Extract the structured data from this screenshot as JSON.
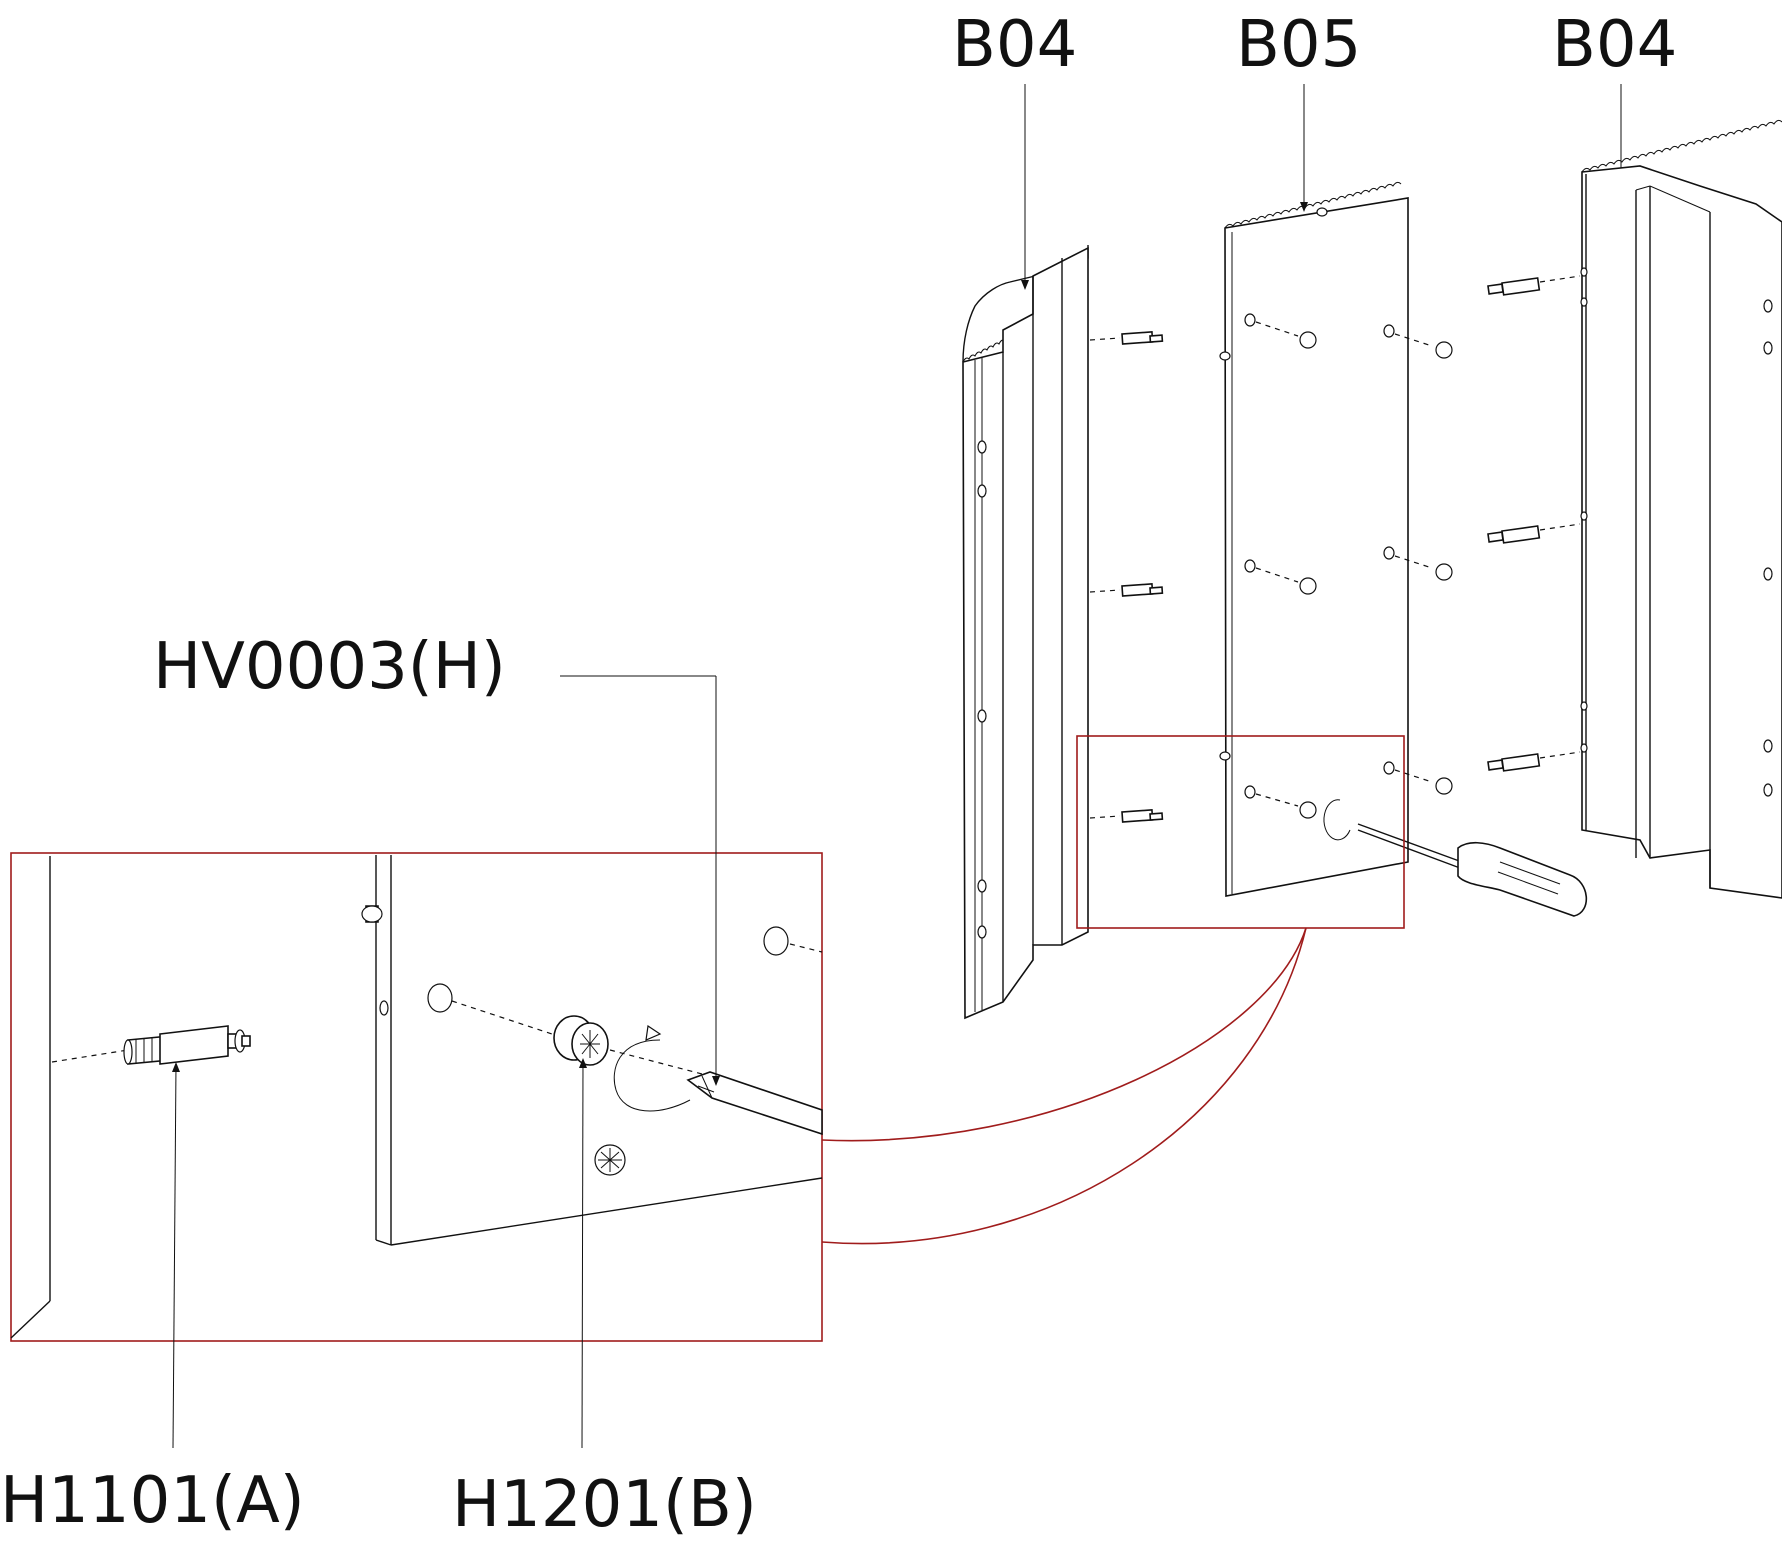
{
  "labels": {
    "panel_left": "B04",
    "panel_center": "B05",
    "panel_right": "B04",
    "tool": "HV0003(H)",
    "fitting_a": "H1101(A)",
    "fitting_b": "H1201(B)"
  },
  "colors": {
    "line": "#111111",
    "detail_box": "#a01c1c",
    "background": "#ffffff"
  },
  "icons": [
    "screwdriver-icon",
    "cam-lock-icon",
    "dowel-bolt-icon",
    "rotation-arrow-icon"
  ]
}
